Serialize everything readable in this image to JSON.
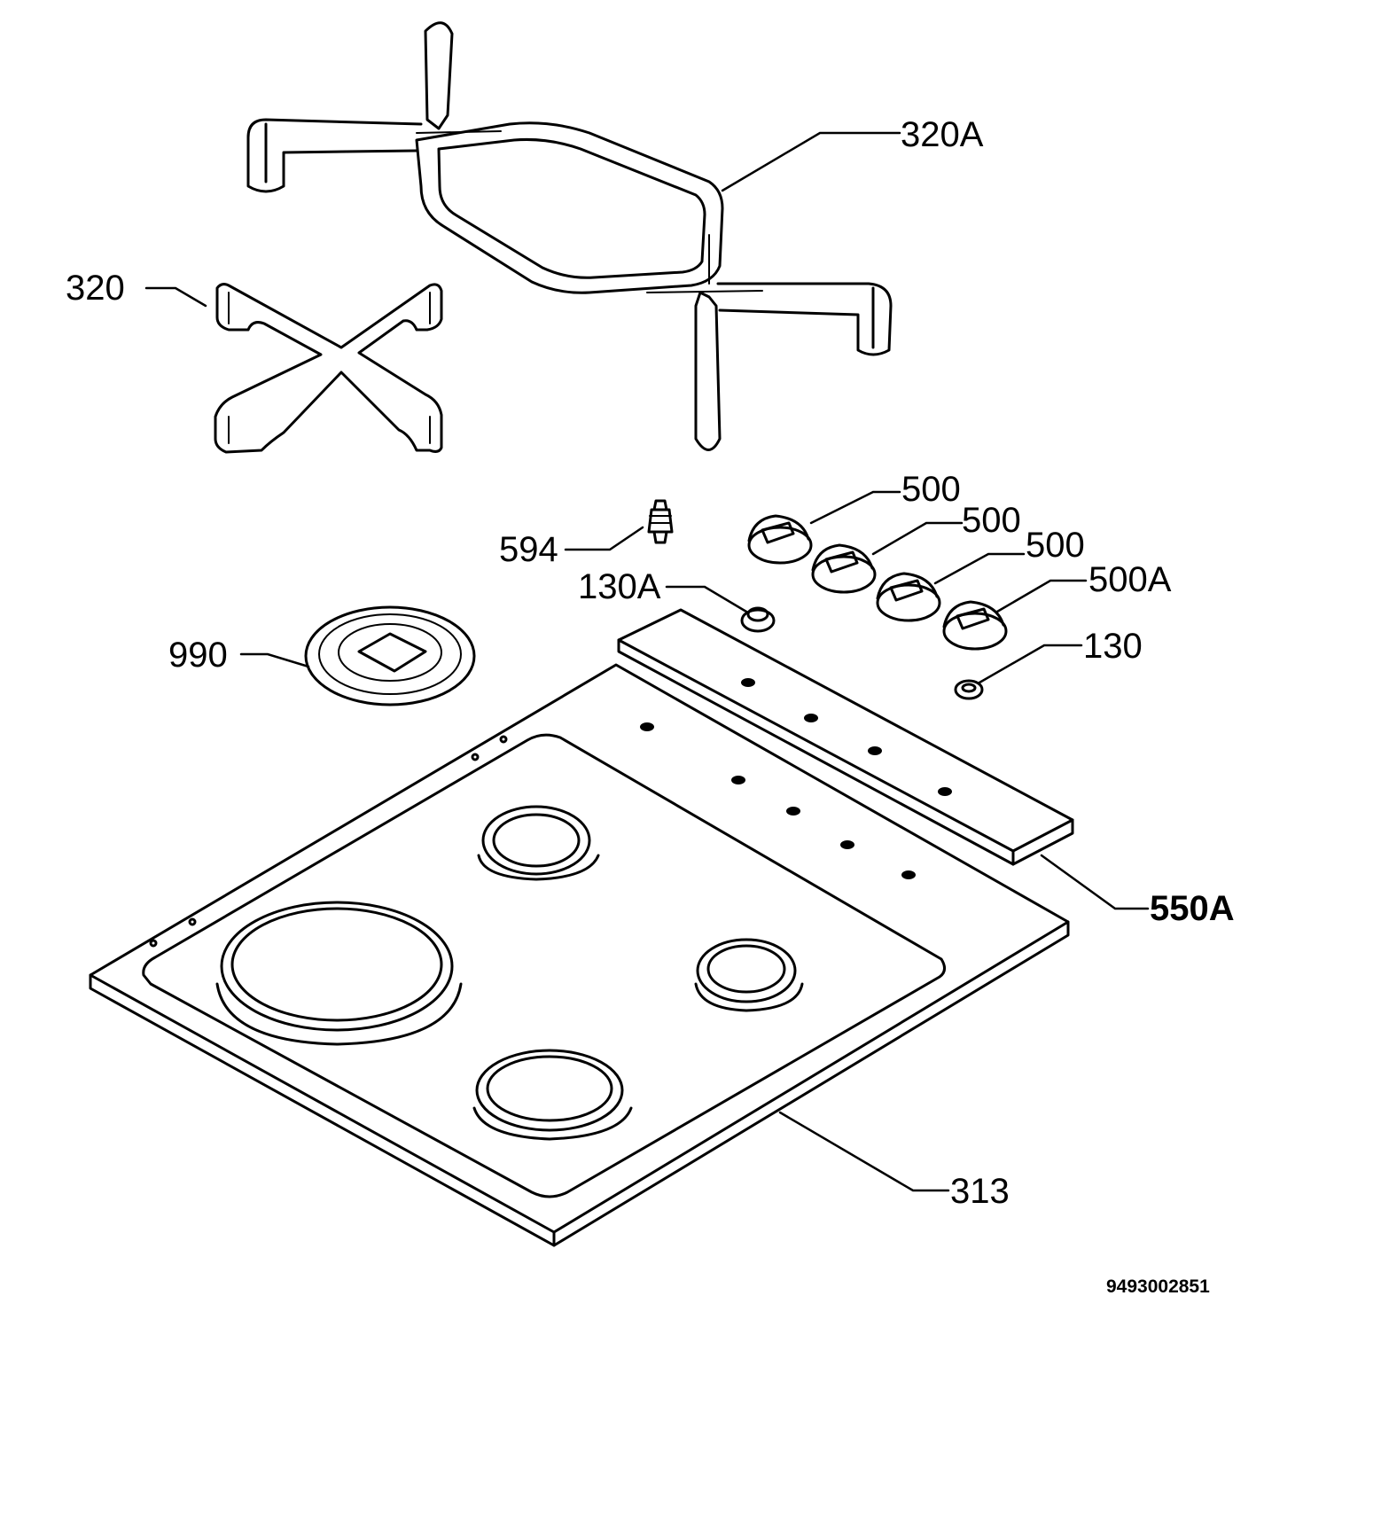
{
  "labels": {
    "grid_large": "320A",
    "grid_small": "320",
    "knob_1": "500",
    "knob_2": "500",
    "knob_3": "500",
    "knob_4": "500A",
    "injector": "594",
    "washer_a": "130A",
    "washer": "130",
    "cover_plate": "990",
    "control_panel": "550A",
    "hob_top": "313"
  },
  "document_number": "9493002851",
  "colors": {
    "line": "#000000",
    "background": "#ffffff"
  }
}
